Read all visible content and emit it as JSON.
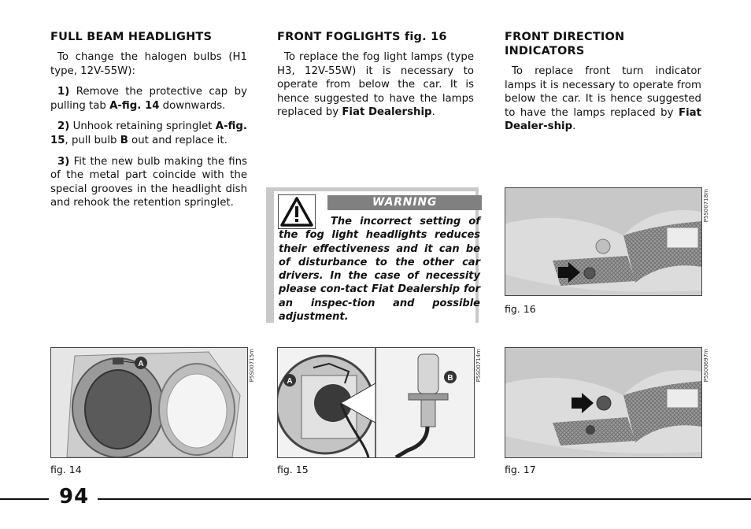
{
  "col1": {
    "title": "FULL BEAM HEADLIGHTS",
    "intro": "To change the halogen bulbs (H1 type, 12V-55W):",
    "step1_num": "1)",
    "step1_text_a": " Remove the protective cap by pulling tab ",
    "step1_ref": "A-fig. 14",
    "step1_text_b": " downwards.",
    "step2_num": "2)",
    "step2_text_a": " Unhook retaining springlet ",
    "step2_ref": "A-fig. 15",
    "step2_text_b": ", pull bulb ",
    "step2_ref2": "B",
    "step2_text_c": " out and replace it.",
    "step3_num": "3)",
    "step3_text": " Fit the new bulb making the fins of the metal part coincide with the special grooves in the headlight dish and rehook the retention springlet."
  },
  "col2": {
    "title_a": "FRONT FOGLIGHTS ",
    "title_b": "fig. 16",
    "text_a": "To replace the fog light lamps (type H3, 12V-55W) it is necessary to operate from below the car. It is hence suggested to have the lamps replaced by ",
    "text_ref": "Fiat Dealership",
    "text_b": "."
  },
  "col3": {
    "title": "FRONT DIRECTION INDICATORS",
    "text_a": "To replace front turn indicator lamps it is necessary to operate from below the car. It is hence suggested to have the lamps replaced by ",
    "text_ref": "Fiat Dealer-ship",
    "text_b": "."
  },
  "warning": {
    "title": "WARNING",
    "text": "The incorrect setting of the fog light headlights reduces their effectiveness and it can be of disturbance to the other car drivers. In the case of necessity please con-tact Fiat Dealership for an inspec-tion and possible adjustment.",
    "icon": "warning-triangle-icon"
  },
  "figures": {
    "fig14": {
      "caption": "fig. 14",
      "code": "P5S00715m",
      "label_a": "A"
    },
    "fig15": {
      "caption": "fig. 15",
      "code": "P5S00714m",
      "label_a": "A",
      "label_b": "B"
    },
    "fig16": {
      "caption": "fig. 16",
      "code": "P5S00718m"
    },
    "fig17": {
      "caption": "fig. 17",
      "code": "P5S00697m"
    }
  },
  "page_number": "94"
}
